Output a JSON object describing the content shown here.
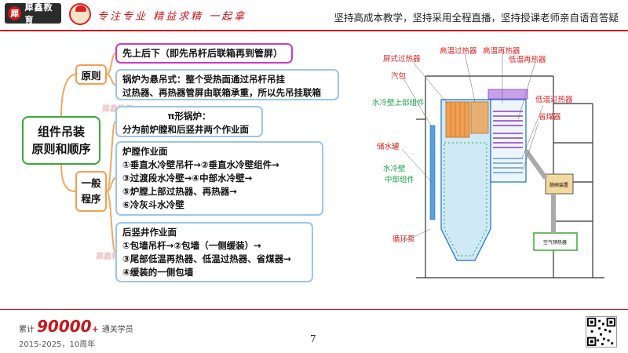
{
  "header": {
    "logo_mark": "犀",
    "logo_text": "犀鑫教育",
    "slogan": "专注专业  精益求精  一起拿",
    "tagline": "坚持高成本教学，坚持采用全程直播，坚持授课老师亲自语音答疑"
  },
  "mindmap": {
    "root_line1": "组件吊装",
    "root_line2": "原则和顺序",
    "branch_principle": "原则",
    "branch_general_line1": "一般",
    "branch_general_line2": "程序",
    "leaf_first": "先上后下（即先吊杆后联箱再到管屏）",
    "leaf_boiler_line1": "锅炉为悬吊式：整个受热面通过吊杆吊挂",
    "leaf_boiler_line2": "过热器、再热器管屏由联箱承重，所以先吊挂联箱",
    "leaf_pi_line1": "π形锅炉：",
    "leaf_pi_line2": "分为前炉膛和后竖井两个作业面",
    "furnace": {
      "title": "炉膛作业面",
      "lines": [
        "①垂直水冷壁吊杆→②垂直水冷壁组件→",
        "③过渡段水冷壁→④中部水冷壁→",
        "⑤炉膛上部过热器、再热器→",
        "⑥冷灰斗水冷壁"
      ]
    },
    "shaft": {
      "title": "后竖井作业面",
      "lines": [
        "①包墙吊杆→②包墙（一侧缓装）→",
        "③尾部低温再热器、低温过热器、省煤器→",
        "④缓装的一侧包墙"
      ]
    }
  },
  "watermark_text": "犀鑫教育",
  "diagram": {
    "labels_red": [
      "屏式过热器",
      "高温过热器",
      "高温再热器",
      "低温再热器",
      "汽包",
      "低温过热器",
      "省煤器",
      "储水罐",
      "循环泵"
    ],
    "labels_green": [
      "水冷壁上部组件",
      "水冷壁",
      "中部组件"
    ],
    "inner_label_1": "脱硝装置",
    "inner_label_2": "空气预热器",
    "colors": {
      "platen": "#f0a050",
      "reheater": "#8c3cc8",
      "waterwall": "#cfe9f7",
      "outline": "#1a6fd0",
      "steel": "#333333",
      "denox": "#f2d9a0",
      "airheater": "#3aaa35"
    }
  },
  "footer": {
    "stats_prefix": "累计",
    "stats_number": "90000",
    "stats_plus": "+",
    "stats_suffix": "通关学员",
    "years": "2015-2025，10周年",
    "page_number": "7"
  }
}
